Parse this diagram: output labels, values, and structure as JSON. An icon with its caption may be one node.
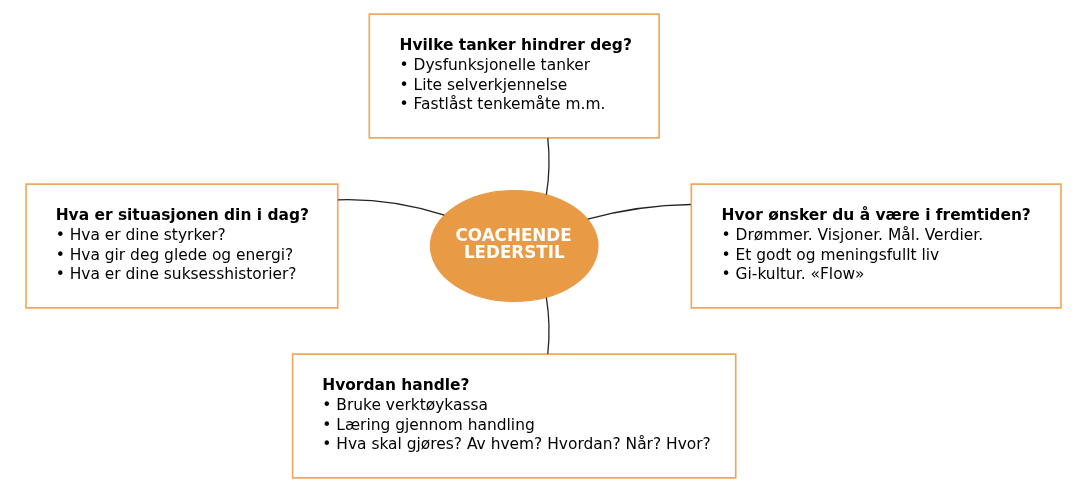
{
  "diagram": {
    "nodes": [
      {
        "text": [
          "Hvilke tanker hindrer deg?",
          "• Dysfunksjonelle tanker",
          "• Lite selverkjennelse",
          "• Fastlåst tenkemåte m.m."
        ]
      },
      {
        "text": [
          "Hva er situasjonen din i dag?",
          "• Hva er dine styrker?",
          "• Hva gir deg glede og energi?",
          "• Hva er dine suksesshistorier?"
        ]
      },
      {
        "text": [
          "COACHENDE LEDERSTIL"
        ]
      },
      {
        "text": [
          "Hvor ønsker du å være i fremtiden?",
          "• Drømmer. Visjoner. Mål. Verdier.",
          "• Et godt og meningsfullt liv",
          "• Gi-kultur. «Flow»"
        ]
      },
      {
        "text": [
          "Hvordan handle?",
          "• Bruke verktøykassa",
          "• Læring gjennom handling",
          "• Hva skal gjøres? Av hvem? Hvordan? Når? Hvor?"
        ]
      }
    ],
    "edges": [
      {
        "from": 2,
        "to": 0,
        "arrow": "none"
      },
      {
        "from": 2,
        "to": 1,
        "arrow": "none"
      },
      {
        "from": 2,
        "to": 3,
        "arrow": "none"
      },
      {
        "from": 2,
        "to": 4,
        "arrow": "none"
      }
    ]
  }
}
